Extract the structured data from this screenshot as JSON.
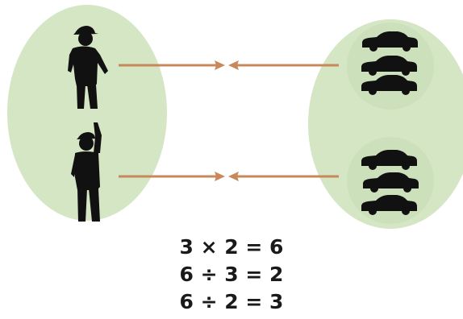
{
  "diagram": {
    "colors": {
      "group_fill": "#d4e6c4",
      "group_inner_fill": "#cde0bc",
      "arrow": "#c8885a",
      "silhouette": "#111111",
      "equation_text": "#1a1a1a"
    },
    "left_group": {
      "icons": [
        "person-pointing-silhouette",
        "person-raising-hand-silhouette"
      ]
    },
    "right_group": {
      "subgroups": [
        {
          "icons": [
            "car-icon",
            "car-icon",
            "car-icon"
          ]
        },
        {
          "icons": [
            "car-icon",
            "car-icon",
            "car-icon"
          ]
        }
      ]
    },
    "connectors": 2
  },
  "equations": [
    "3 × 2 = 6",
    "6 ÷ 3 = 2",
    "6 ÷ 2 = 3"
  ]
}
